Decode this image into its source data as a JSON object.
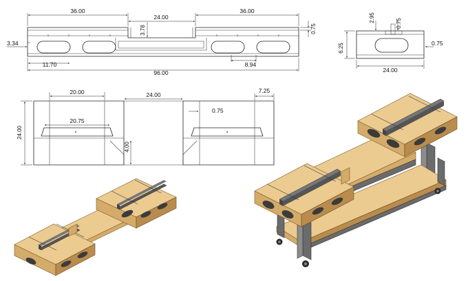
{
  "front_view": {
    "dims": {
      "left_width": "36.00",
      "center_width": "24.00",
      "right_width": "36.00",
      "center_depth": "3.78",
      "top_thickness": "0.75",
      "base_height": "3.34",
      "hole_offset": "11.70",
      "hole_spacing": "8.94",
      "overall_width": "96.00"
    }
  },
  "side_view": {
    "dims": {
      "slot_depth": "2.95",
      "fence_thickness": "0.75",
      "height": "6.25",
      "panel_thickness": "0.75",
      "width": "24.00"
    }
  },
  "top_view": {
    "dims": {
      "fence_length": "20.00",
      "gap_width": "24.00",
      "edge_width": "7.25",
      "inner_width": "20.75",
      "fence_offset": "0.75",
      "depth": "24.00",
      "notch_depth": "4.00"
    }
  },
  "colors": {
    "wood_top": "#eccb91",
    "wood_side": "#d5ab6a",
    "steel_frame": "#6b6b6b",
    "line": "#222222"
  }
}
